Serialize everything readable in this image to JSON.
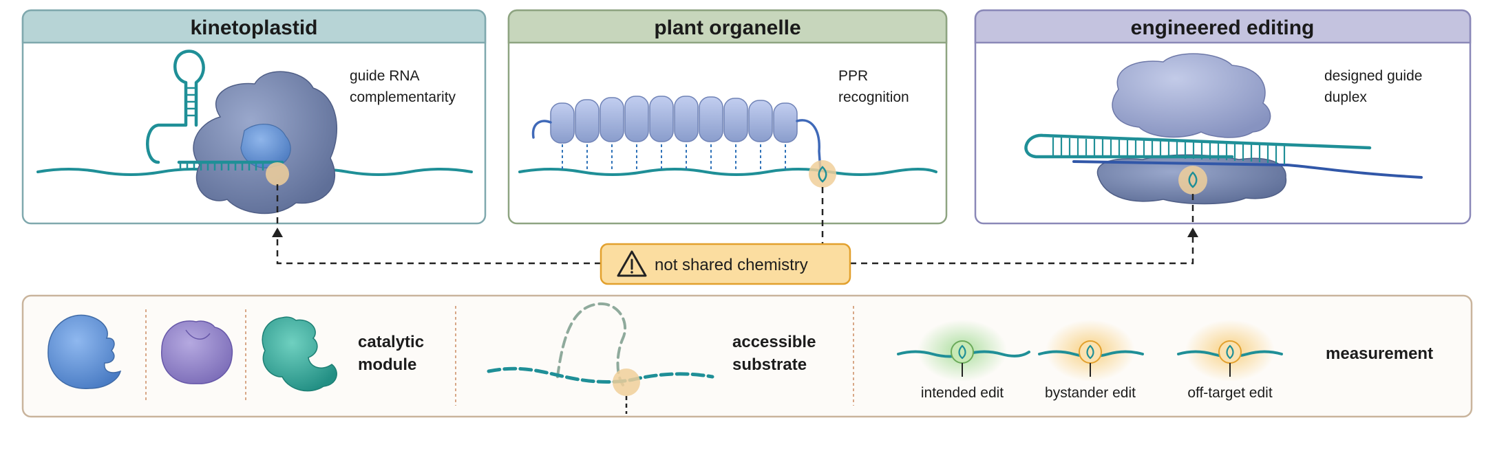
{
  "panels": [
    {
      "title": "kinetoplastid",
      "header_color": "#b7d4d6",
      "border_color": "#7fa8ad",
      "caption_lines": [
        "guide RNA",
        "complementarity"
      ]
    },
    {
      "title": "plant organelle",
      "header_color": "#c7d6bc",
      "border_color": "#8ea481",
      "caption_lines": [
        "PPR",
        "recognition"
      ]
    },
    {
      "title": "engineered editing",
      "header_color": "#c4c3df",
      "border_color": "#8a88b8",
      "caption_lines": [
        "designed guide",
        "duplex"
      ]
    }
  ],
  "callout": {
    "icon": "warning-icon",
    "text": "not shared chemistry",
    "fill": "#fbdda0",
    "border": "#e2a02d"
  },
  "bottom": {
    "catalytic_module": {
      "label_lines": [
        "catalytic",
        "module"
      ]
    },
    "accessible_substrate": {
      "label_lines": [
        "accessible",
        "substrate"
      ]
    },
    "measurement": {
      "label": "measurement",
      "items": [
        {
          "label": "intended edit",
          "glow": "#8fd47f"
        },
        {
          "label": "bystander edit",
          "glow": "#f6c25a"
        },
        {
          "label": "off-target edit",
          "glow": "#f6c25a"
        }
      ]
    }
  },
  "colors": {
    "rna": "#1f8f97",
    "rna_dark": "#176f78",
    "protein_slate": "#6e7ea8",
    "protein_blue": "#5d8fd6",
    "protein_purple": "#8e7fc6",
    "protein_teal": "#2fa79a",
    "ppr_repeat": "#a3b4dd",
    "edit_site": "#f0cf9a"
  }
}
